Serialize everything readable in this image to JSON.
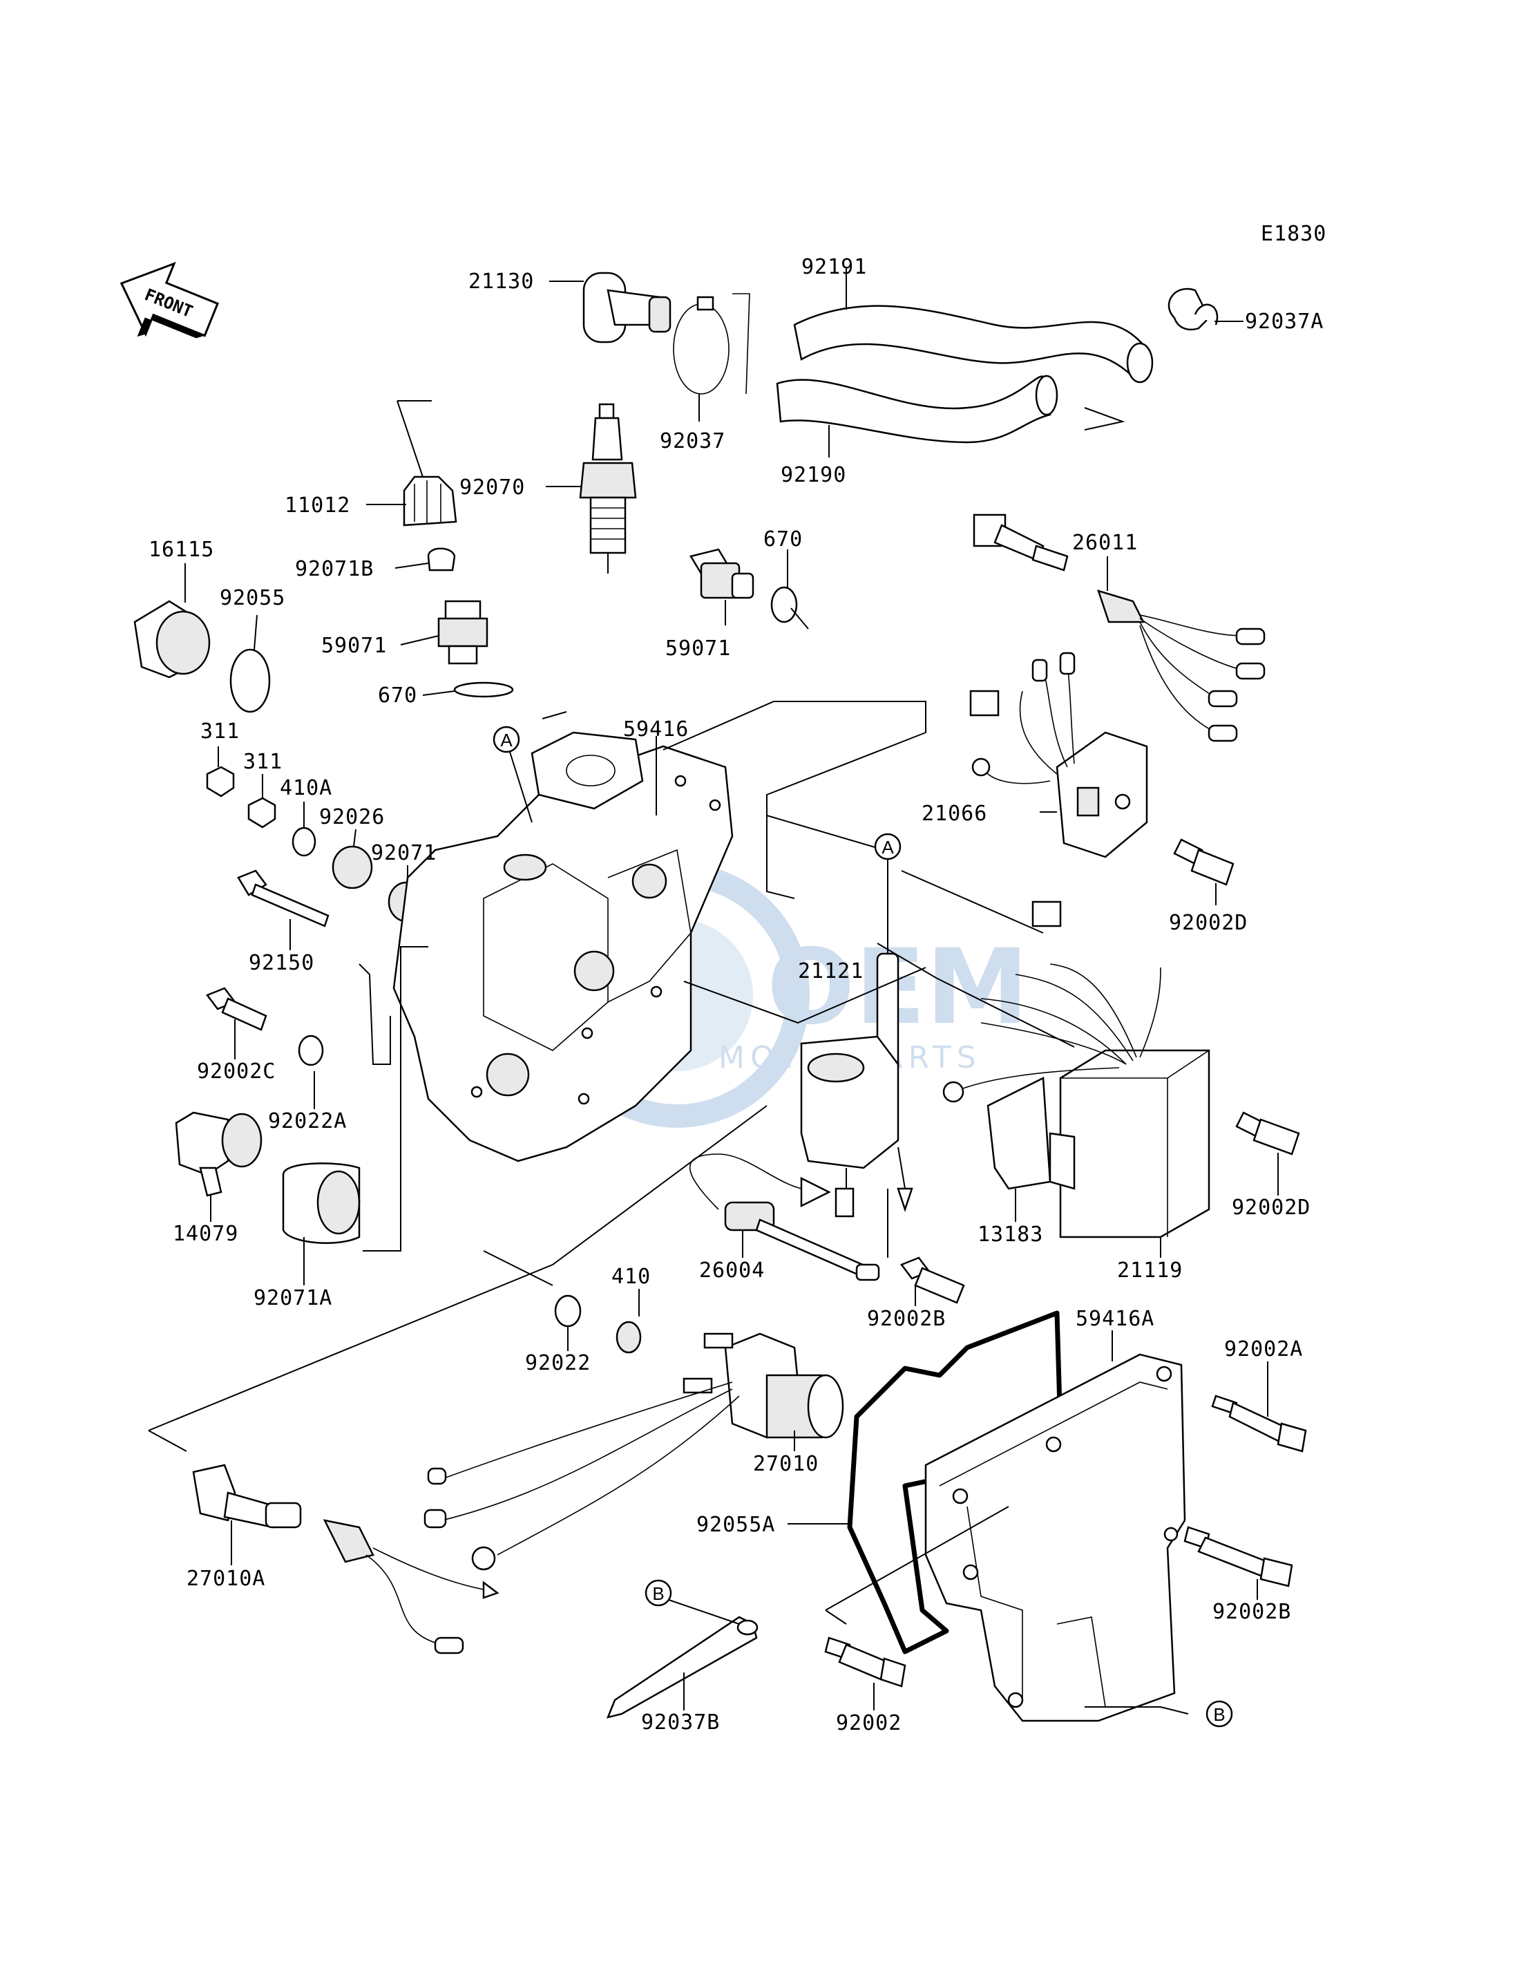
{
  "diagram_code": "E1830",
  "front_label": "FRONT",
  "watermark": {
    "brand": "OEM",
    "sub": "MOTORPARTS"
  },
  "callout_letters": [
    "A",
    "B"
  ],
  "parts": [
    {
      "id": "p21130",
      "label": "21130"
    },
    {
      "id": "p92191",
      "label": "92191"
    },
    {
      "id": "p92037A",
      "label": "92037A"
    },
    {
      "id": "p92037",
      "label": "92037"
    },
    {
      "id": "p92190",
      "label": "92190"
    },
    {
      "id": "p11012",
      "label": "11012"
    },
    {
      "id": "p92070",
      "label": "92070"
    },
    {
      "id": "p16115",
      "label": "16115"
    },
    {
      "id": "p92071B",
      "label": "92071B"
    },
    {
      "id": "p670a",
      "label": "670"
    },
    {
      "id": "p59071a",
      "label": "59071"
    },
    {
      "id": "p26011",
      "label": "26011"
    },
    {
      "id": "p92055",
      "label": "92055"
    },
    {
      "id": "p59071b",
      "label": "59071"
    },
    {
      "id": "p670b",
      "label": "670"
    },
    {
      "id": "p311a",
      "label": "311"
    },
    {
      "id": "p59416",
      "label": "59416"
    },
    {
      "id": "p311b",
      "label": "311"
    },
    {
      "id": "p410A",
      "label": "410A"
    },
    {
      "id": "p92026",
      "label": "92026"
    },
    {
      "id": "p92071",
      "label": "92071"
    },
    {
      "id": "p21066",
      "label": "21066"
    },
    {
      "id": "p92002D1",
      "label": "92002D"
    },
    {
      "id": "p92150",
      "label": "92150"
    },
    {
      "id": "p21121",
      "label": "21121"
    },
    {
      "id": "p92002C",
      "label": "92002C"
    },
    {
      "id": "p92022A",
      "label": "92022A"
    },
    {
      "id": "p92002D2",
      "label": "92002D"
    },
    {
      "id": "p14079",
      "label": "14079"
    },
    {
      "id": "p13183",
      "label": "13183"
    },
    {
      "id": "p92071A",
      "label": "92071A"
    },
    {
      "id": "p26004",
      "label": "26004"
    },
    {
      "id": "p21119",
      "label": "21119"
    },
    {
      "id": "p410",
      "label": "410"
    },
    {
      "id": "p92002B1",
      "label": "92002B"
    },
    {
      "id": "p92022",
      "label": "92022"
    },
    {
      "id": "p59416A",
      "label": "59416A"
    },
    {
      "id": "p92002A",
      "label": "92002A"
    },
    {
      "id": "p27010",
      "label": "27010"
    },
    {
      "id": "p92055A",
      "label": "92055A"
    },
    {
      "id": "p27010A",
      "label": "27010A"
    },
    {
      "id": "p92002B2",
      "label": "92002B"
    },
    {
      "id": "p92037B",
      "label": "92037B"
    },
    {
      "id": "p92002",
      "label": "92002"
    }
  ]
}
